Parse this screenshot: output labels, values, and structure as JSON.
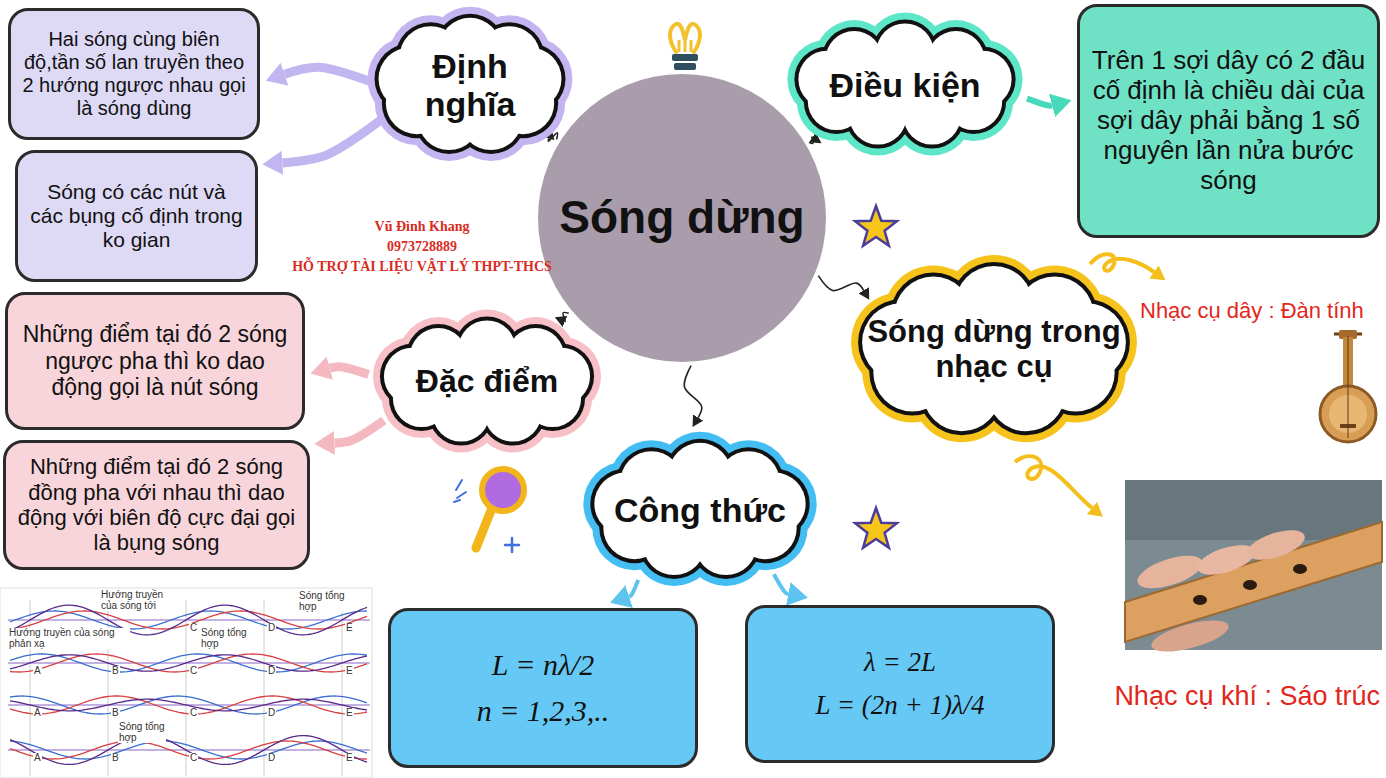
{
  "diagram": {
    "nodes": [
      {
        "text": [
          "Hai sóng cùng biên độ,tần số lan truyền theo 2 hướng ngược nhau gọi là sóng dùng"
        ]
      },
      {
        "text": [
          "Định nghĩa"
        ]
      },
      {
        "text": [
          "Điều kiện"
        ]
      },
      {
        "text": [
          "Trên 1 sợi dây có 2 đầu cố định là chiều dài của sợi dây phải bằng 1 số nguyên lần nửa bước sóng"
        ]
      },
      {
        "text": [
          "Sóng có các nút và các bụng cố định trong ko gian"
        ]
      },
      {
        "text": [
          "Sóng dừng"
        ]
      },
      {
        "text": [
          "Những điểm tại đó 2 sóng ngược pha thì ko dao động gọi là nút sóng"
        ]
      },
      {
        "text": [
          "Sóng dừng trong nhạc cụ"
        ]
      },
      {
        "text": [
          "Đặc điểm"
        ]
      },
      {
        "text": [
          "Những điểm tại đó 2 sóng đồng pha với nhau thì dao động với biên độ cực đại gọi là bụng sóng"
        ]
      },
      {
        "text": [
          "Công thức"
        ]
      },
      {
        "text": [
          "L = nλ/2",
          "n = 1,2,3,.."
        ]
      },
      {
        "text": [
          "λ = 2L",
          "L = (2n + 1)λ/4"
        ]
      }
    ],
    "edges": [
      {
        "from": 5,
        "to": 1,
        "arrow": "to"
      },
      {
        "from": 5,
        "to": 2,
        "arrow": "to"
      },
      {
        "from": 5,
        "to": 8,
        "arrow": "to"
      },
      {
        "from": 5,
        "to": 10,
        "arrow": "to"
      },
      {
        "from": 5,
        "to": 7,
        "arrow": "to"
      },
      {
        "from": 1,
        "to": 0,
        "arrow": "to"
      },
      {
        "from": 1,
        "to": 4,
        "arrow": "to"
      },
      {
        "from": 2,
        "to": 3,
        "arrow": "to"
      },
      {
        "from": 8,
        "to": 6,
        "arrow": "to"
      },
      {
        "from": 8,
        "to": 9,
        "arrow": "to"
      },
      {
        "from": 10,
        "to": 11,
        "arrow": "to"
      },
      {
        "from": 10,
        "to": 12,
        "arrow": "to"
      }
    ],
    "labels": [
      "Vũ Đình Khang",
      "0973728889",
      "HỖ TRỢ TÀI LIỆU VẬT LÝ THPT-THCS",
      "Nhạc cụ dây : Đàn tính",
      "Nhạc cụ khí : Sáo trúc",
      "Hướng truyền của sóng tới",
      "Sóng tổng hợp",
      "Hướng truyền của sóng phản xạ",
      "Sóng tổng hợp",
      "Sóng tổng hợp",
      "C",
      "D",
      "E",
      "A",
      "B",
      "C",
      "D",
      "E",
      "A",
      "B",
      "C",
      "D",
      "E",
      "A",
      "B",
      "C",
      "D",
      "E"
    ]
  }
}
